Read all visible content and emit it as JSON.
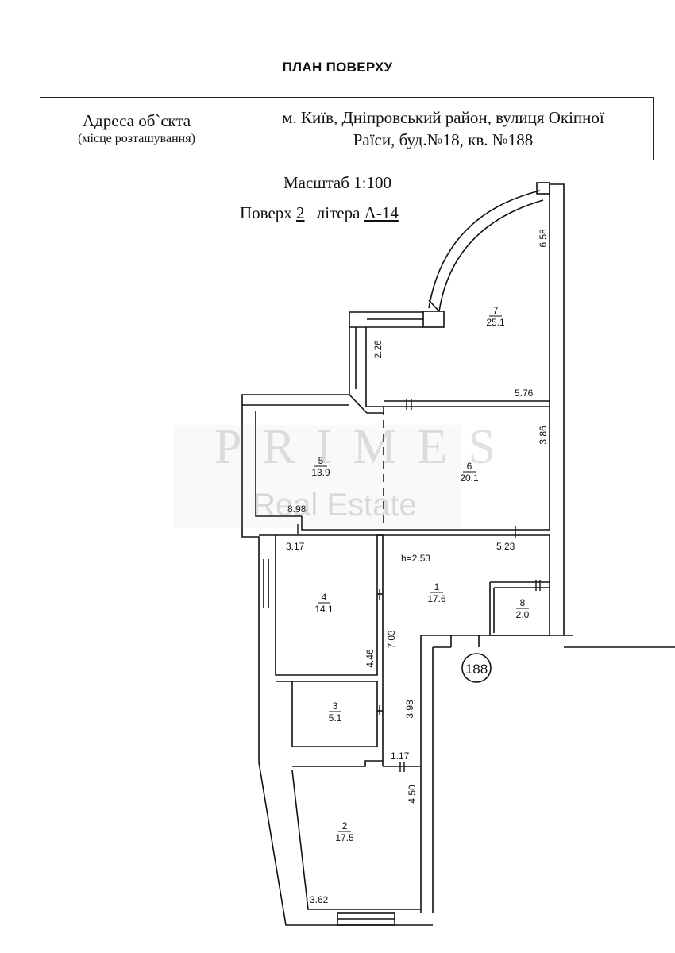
{
  "header": {
    "title": "ПЛАН ПОВЕРХУ"
  },
  "address": {
    "label_line1": "Адреса об`єкта",
    "label_line2": "(місце розташування)",
    "value_line1": "м. Київ, Дніпровський район, вулиця Окіпної",
    "value_line2": "Раїси, буд.№18, кв. №188"
  },
  "scale": {
    "text": "Масштаб 1:100"
  },
  "floor": {
    "prefix": "Поверх",
    "number": "2",
    "middle": "літера",
    "letter": "А-14"
  },
  "rooms": [
    {
      "number": "1",
      "area": "17.6"
    },
    {
      "number": "2",
      "area": "17.5"
    },
    {
      "number": "3",
      "area": "5.1"
    },
    {
      "number": "4",
      "area": "14.1"
    },
    {
      "number": "5",
      "area": "13.9"
    },
    {
      "number": "6",
      "area": "20.1"
    },
    {
      "number": "7",
      "area": "25.1"
    },
    {
      "number": "8",
      "area": "2.0"
    }
  ],
  "dimensions": {
    "d658": "6.58",
    "d226": "2.26",
    "d576": "5.76",
    "d386": "3.86",
    "d898": "8.98",
    "d317": "3.17",
    "d523": "5.23",
    "d703": "7.03",
    "d446": "4.46",
    "d398": "3.98",
    "d117": "1.17",
    "d450": "4.50",
    "d362": "3.62"
  },
  "height_label": "h=2.53",
  "apartment_number": "188",
  "watermark": {
    "line1": "PRIMES",
    "line2": "Real Estate"
  }
}
